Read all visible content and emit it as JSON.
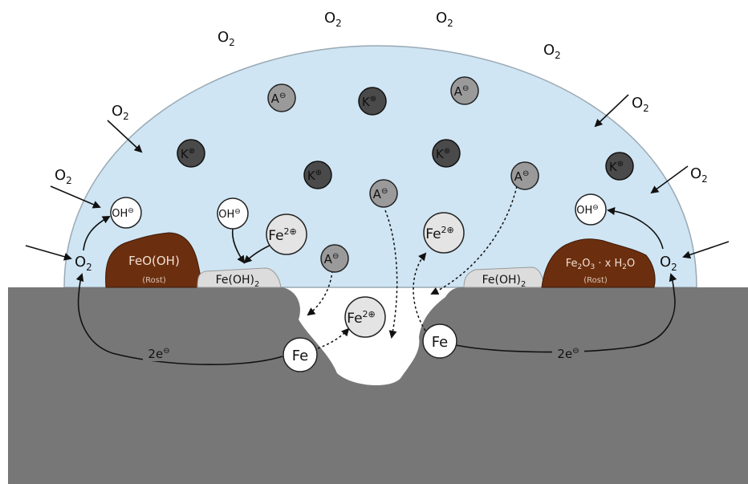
{
  "oxygen": {
    "label": "O",
    "sub": "2"
  },
  "ions": {
    "anion": {
      "label": "A",
      "charge": "⊖"
    },
    "cation": {
      "label": "K",
      "charge": "⊕"
    },
    "hydroxide": {
      "label": "OH",
      "charge": "⊖"
    },
    "iron_ion": {
      "label": "Fe",
      "charge": "2⊕"
    },
    "iron_metal": {
      "label": "Fe"
    }
  },
  "electrons": {
    "label": "2e",
    "charge": "⊖"
  },
  "deposits": {
    "left_rust": {
      "formula": "FeO(OH)",
      "note": "(Rost)"
    },
    "right_rust": {
      "formula_fe": "Fe",
      "sub2": "2",
      "o": "O",
      "sub3": "3",
      "rest": " · x H",
      "sub_h": "2",
      "end": "O",
      "note": "(Rost)"
    },
    "hydroxide_layer": {
      "base": "Fe(OH)",
      "sub": "2"
    }
  },
  "colors": {
    "droplet": "#cfe5f3",
    "metal": "#777777",
    "rust": "#6b2f0f",
    "hydroxide_layer": "#dcdcdc",
    "anion": "#9a9a9a",
    "cation": "#4a4a4a"
  }
}
